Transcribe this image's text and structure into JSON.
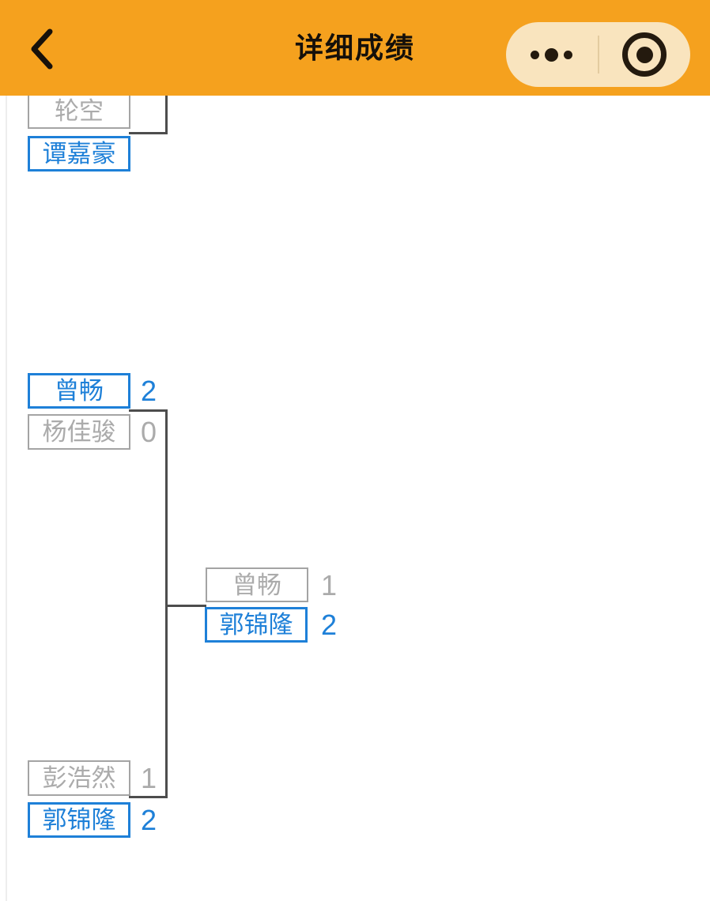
{
  "header": {
    "title": "详细成绩"
  },
  "capsule": {
    "more_icon": "ellipsis-icon",
    "exit_icon": "record-circle-icon"
  },
  "colors": {
    "header_bg": "#F5A11E",
    "capsule_bg": "#F9E4BE",
    "winner_blue": "#1E80D8",
    "loser_gray": "#ABABAB",
    "connector": "#4D4D4D"
  },
  "bracket": {
    "matches": [
      {
        "players": [
          {
            "name": "轮空",
            "score": "",
            "result": "loser"
          },
          {
            "name": "谭嘉豪",
            "score": "",
            "result": "winner"
          }
        ]
      },
      {
        "players": [
          {
            "name": "曾畅",
            "score": "2",
            "result": "winner"
          },
          {
            "name": "杨佳骏",
            "score": "0",
            "result": "loser"
          }
        ]
      },
      {
        "players": [
          {
            "name": "曾畅",
            "score": "1",
            "result": "loser"
          },
          {
            "name": "郭锦隆",
            "score": "2",
            "result": "winner"
          }
        ]
      },
      {
        "players": [
          {
            "name": "彭浩然",
            "score": "1",
            "result": "loser"
          },
          {
            "name": "郭锦隆",
            "score": "2",
            "result": "winner"
          }
        ]
      }
    ]
  }
}
